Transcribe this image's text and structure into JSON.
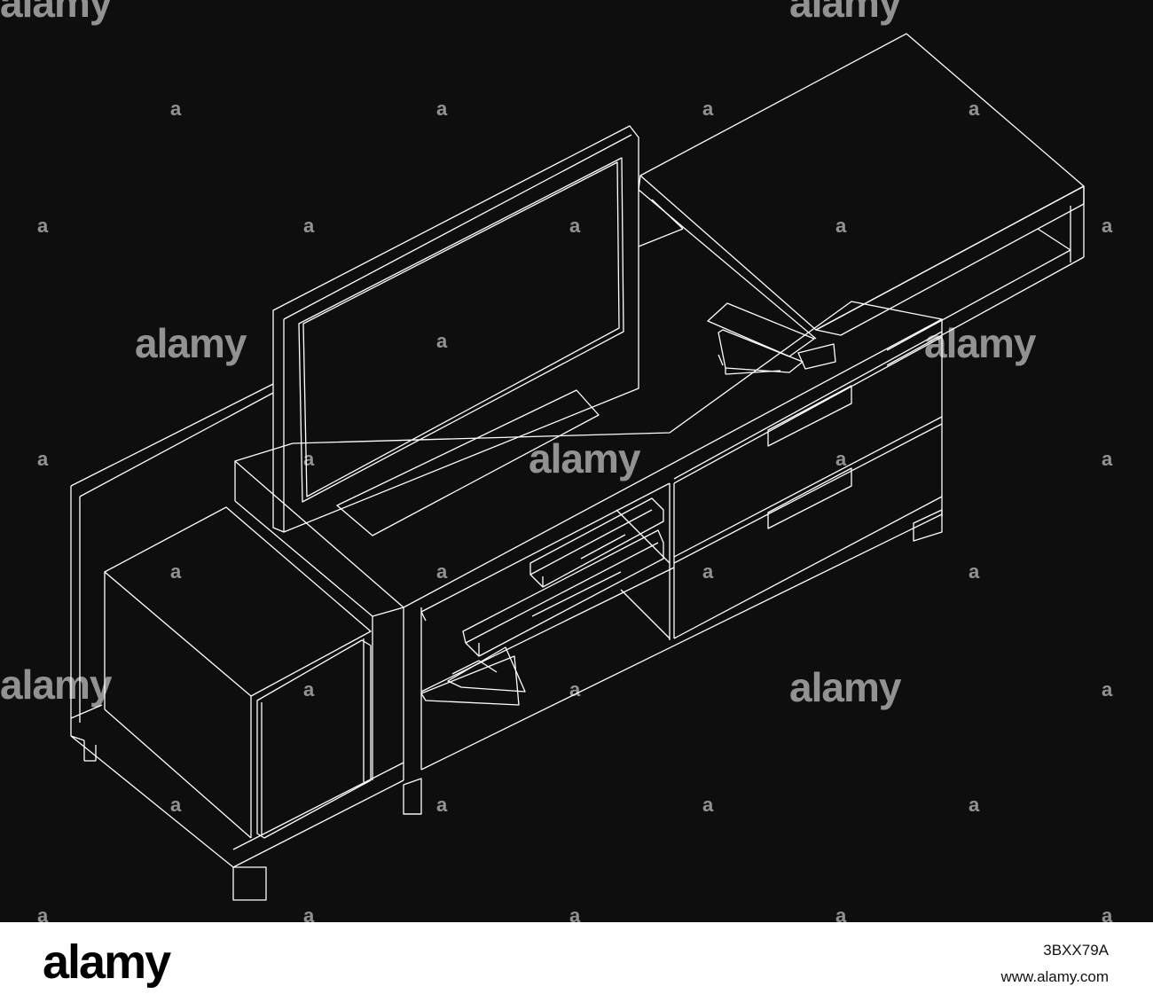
{
  "image": {
    "subject": "TV stand wireframe",
    "background_color": "#0e0e0e",
    "line_color": "#ffffff"
  },
  "watermark": {
    "text": "alamy",
    "small_text": "a"
  },
  "footer": {
    "logo": "alamy",
    "image_id": "3BXX79A",
    "url": "www.alamy.com"
  }
}
